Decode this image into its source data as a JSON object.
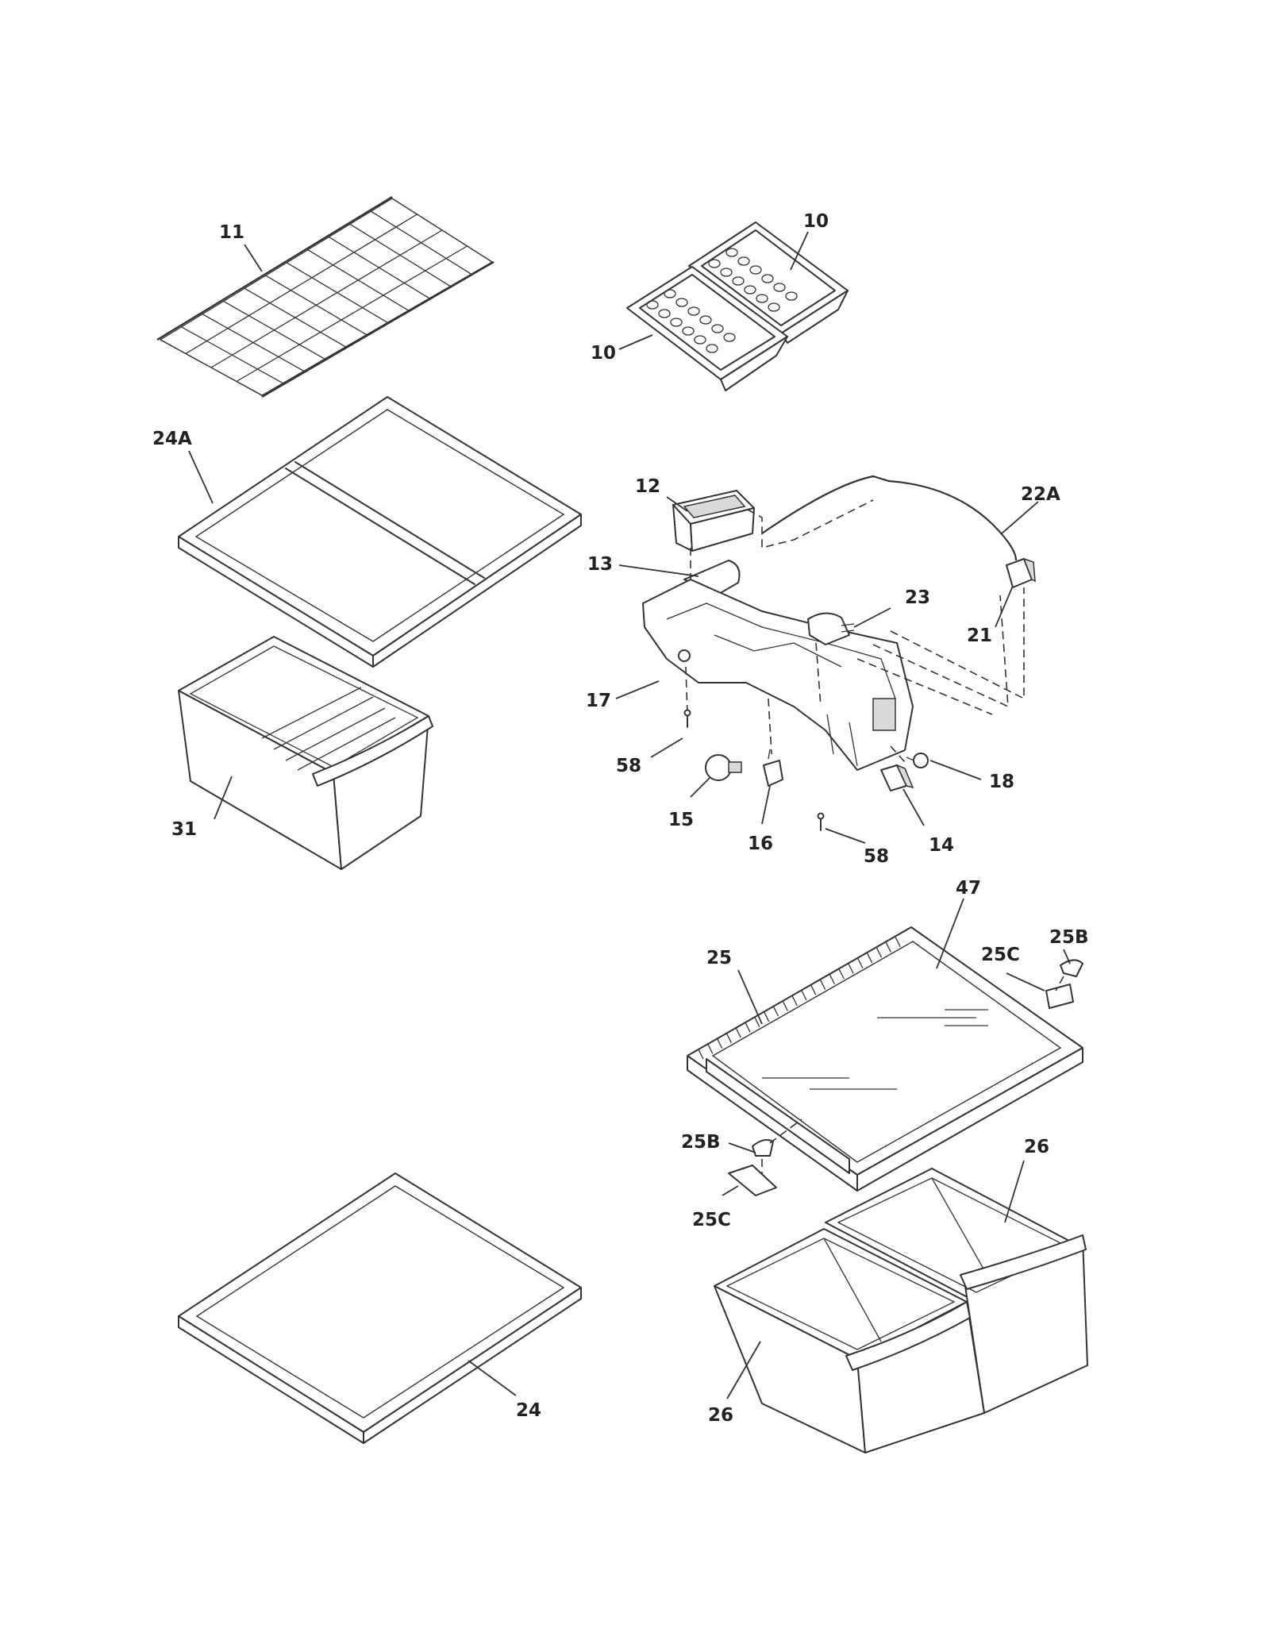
{
  "callouts": {
    "c11": "11",
    "c10a": "10",
    "c10b": "10",
    "c24a": "24A",
    "c12": "12",
    "c22a": "22A",
    "c13": "13",
    "c23": "23",
    "c21": "21",
    "c17": "17",
    "c58a": "58",
    "c31": "31",
    "c15": "15",
    "c16": "16",
    "c18": "18",
    "c14": "14",
    "c58b": "58",
    "c47": "47",
    "c25b_top": "25B",
    "c25": "25",
    "c25c_top": "25C",
    "c26_right": "26",
    "c25b_left": "25B",
    "c25c_left": "25C",
    "c24": "24",
    "c26_left": "26"
  },
  "colors": {
    "line": "#333333",
    "background": "#ffffff",
    "label": "#222222"
  }
}
